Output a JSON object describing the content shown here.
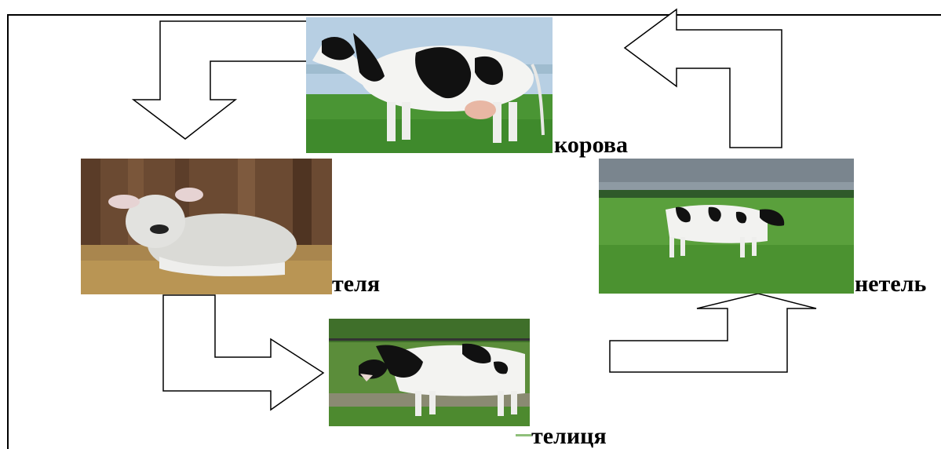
{
  "stages": {
    "cow": {
      "label": "корова",
      "image_alt": "cow"
    },
    "calf": {
      "label": "теля",
      "image_alt": "calf"
    },
    "heifer": {
      "label": "телиця",
      "image_alt": "heifer"
    },
    "pregnant_heifer": {
      "label": "нетель",
      "image_alt": "pregnant heifer"
    }
  },
  "colors": {
    "sky": "#a9c6df",
    "grass": "#3f8a2c",
    "grass_dark": "#2f6f20",
    "barn_wood": "#6b4a32",
    "straw": "#b08a4a",
    "calf_fur": "#d9d9d6",
    "cow_white": "#f2f2f0",
    "cow_black": "#111111"
  }
}
